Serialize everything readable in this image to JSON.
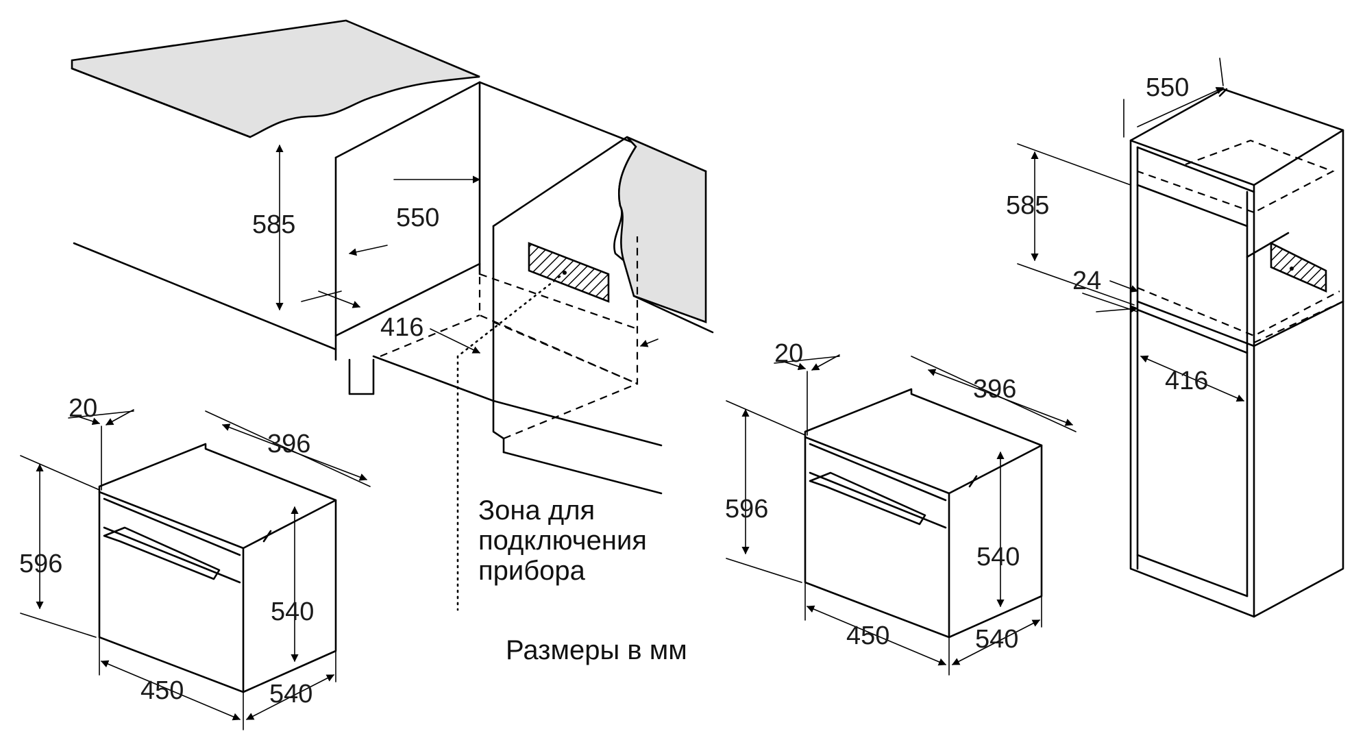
{
  "dims": {
    "cab_height": "585",
    "cab_depth": "550",
    "cab_width": "416",
    "oven_front": "20",
    "oven_depth": "396",
    "oven_height": "596",
    "oven_body_height": "540",
    "oven_width": "450",
    "oven_body_width": "540",
    "tall_depth": "550",
    "tall_niche_height": "585",
    "tall_shelf": "24",
    "tall_width": "416"
  },
  "labels": {
    "connection_zone_1": "Зона для",
    "connection_zone_2": "подключения",
    "connection_zone_3": "прибора",
    "units": "Размеры в мм"
  },
  "colors": {
    "worktop": "#e2e2e2",
    "line": "#000000"
  }
}
